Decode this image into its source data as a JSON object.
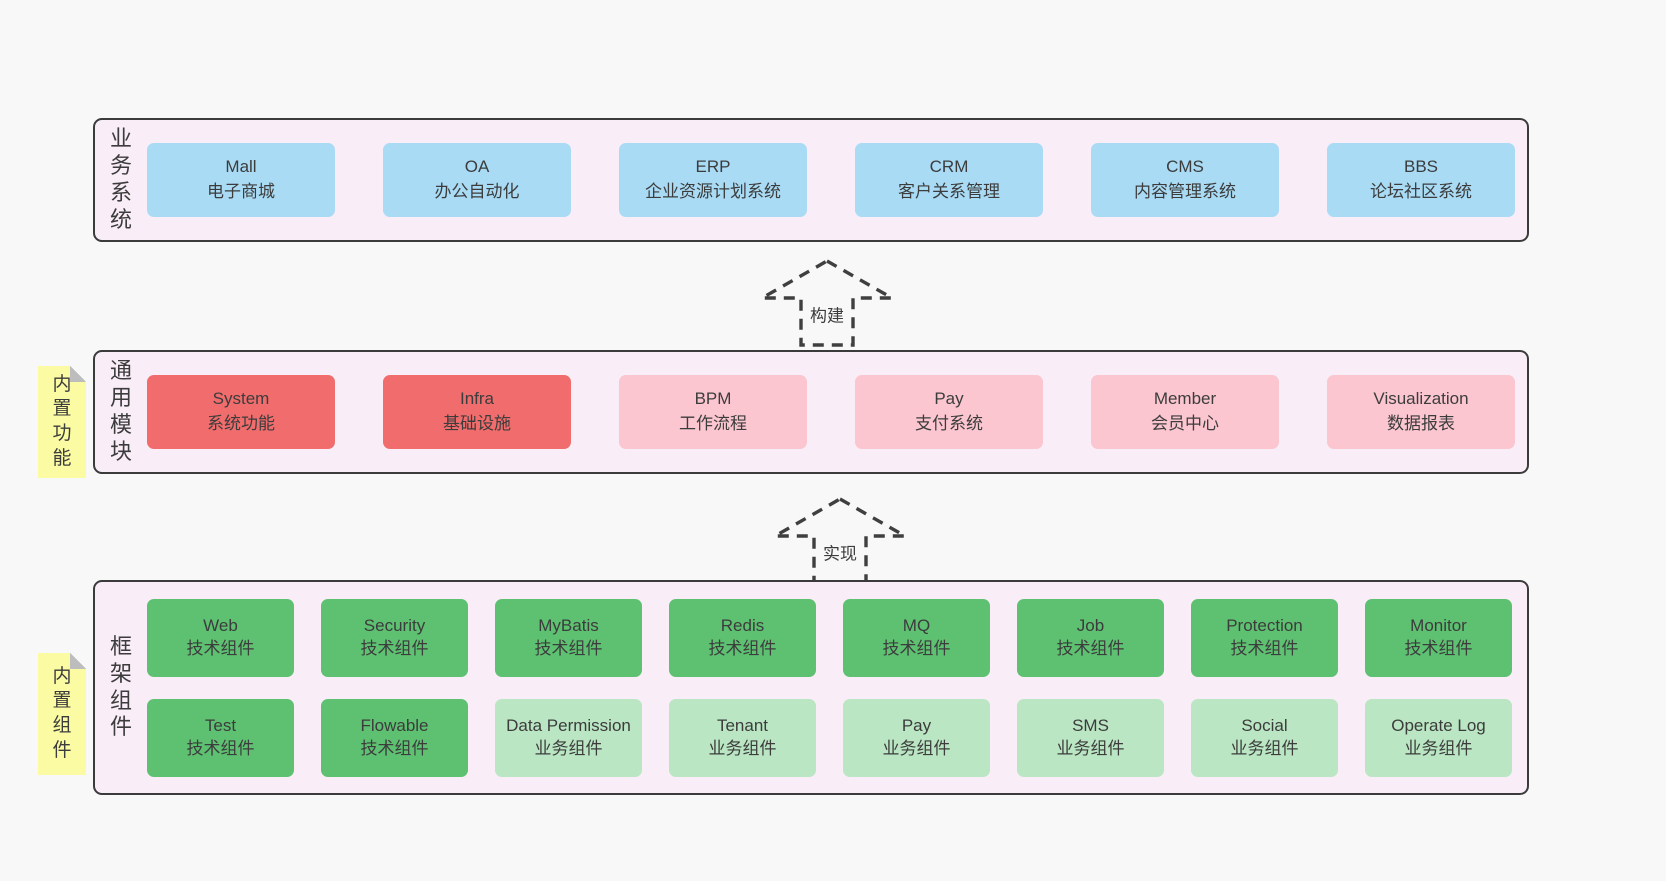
{
  "layers": [
    {
      "label": "业务系统",
      "boxes": [
        {
          "title": "Mall",
          "subtitle": "电子商城"
        },
        {
          "title": "OA",
          "subtitle": "办公自动化"
        },
        {
          "title": "ERP",
          "subtitle": "企业资源计划系统"
        },
        {
          "title": "CRM",
          "subtitle": "客户关系管理"
        },
        {
          "title": "CMS",
          "subtitle": "内容管理系统"
        },
        {
          "title": "BBS",
          "subtitle": "论坛社区系统"
        }
      ]
    },
    {
      "label": "通用模块",
      "sticky": "内置功能",
      "boxes": [
        {
          "title": "System",
          "subtitle": "系统功能"
        },
        {
          "title": "Infra",
          "subtitle": "基础设施"
        },
        {
          "title": "BPM",
          "subtitle": "工作流程"
        },
        {
          "title": "Pay",
          "subtitle": "支付系统"
        },
        {
          "title": "Member",
          "subtitle": "会员中心"
        },
        {
          "title": "Visualization",
          "subtitle": "数据报表"
        }
      ]
    },
    {
      "label": "框架组件",
      "sticky": "内置组件",
      "row1": [
        {
          "title": "Web",
          "subtitle": "技术组件"
        },
        {
          "title": "Security",
          "subtitle": "技术组件"
        },
        {
          "title": "MyBatis",
          "subtitle": "技术组件"
        },
        {
          "title": "Redis",
          "subtitle": "技术组件"
        },
        {
          "title": "MQ",
          "subtitle": "技术组件"
        },
        {
          "title": "Job",
          "subtitle": "技术组件"
        },
        {
          "title": "Protection",
          "subtitle": "技术组件"
        },
        {
          "title": "Monitor",
          "subtitle": "技术组件"
        }
      ],
      "row2": [
        {
          "title": "Test",
          "subtitle": "技术组件"
        },
        {
          "title": "Flowable",
          "subtitle": "技术组件"
        },
        {
          "title": "Data Permission",
          "subtitle": "业务组件"
        },
        {
          "title": "Tenant",
          "subtitle": "业务组件"
        },
        {
          "title": "Pay",
          "subtitle": "业务组件"
        },
        {
          "title": "SMS",
          "subtitle": "业务组件"
        },
        {
          "title": "Social",
          "subtitle": "业务组件"
        },
        {
          "title": "Operate Log",
          "subtitle": "业务组件"
        }
      ]
    }
  ],
  "arrows": [
    {
      "label": "构建"
    },
    {
      "label": "实现"
    }
  ],
  "colors": {
    "page_bg": "#f8f8f8",
    "layer_bg": "#f9edf7",
    "layer_border": "#3b3b3b",
    "blue": "#a9dbf5",
    "red": "#f16c6c",
    "pink": "#fbc6d0",
    "green": "#5dc171",
    "light_green": "#bae6c3",
    "sticky_yellow": "#fbfba3",
    "text": "#3c3c3c"
  }
}
